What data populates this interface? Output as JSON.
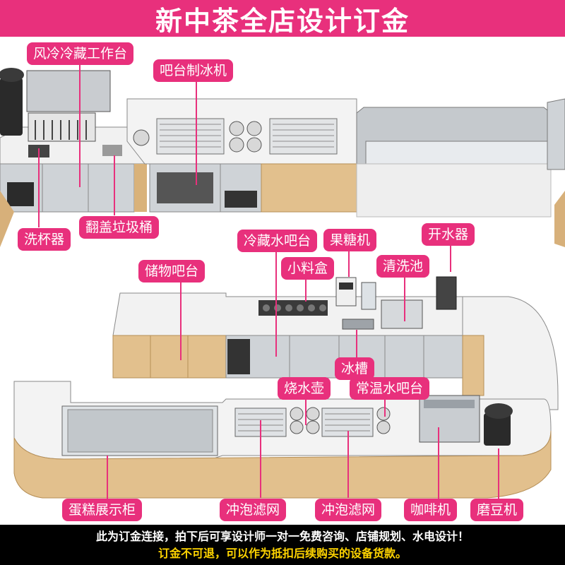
{
  "title": "新中茶全店设计订金",
  "labels": {
    "feng_leng": "风冷冷藏工作台",
    "ba_tai_zhi_bing": "吧台制冰机",
    "xi_bei_qi": "洗杯器",
    "fan_gai_la_ji": "翻盖垃圾桶",
    "leng_cang_shui_ba": "冷藏水吧台",
    "guo_tang_ji": "果糖机",
    "kai_shui_qi": "开水器",
    "chu_wu_ba_tai": "储物吧台",
    "xiao_liao_he": "小料盒",
    "qing_xi_chi": "清洗池",
    "bing_cao": "冰槽",
    "shao_shui_hu": "烧水壶",
    "chang_wen_shui_ba": "常温水吧台",
    "dan_gao_zhan_shi": "蛋糕展示柜",
    "chong_pao_lv_wang_1": "冲泡滤网",
    "chong_pao_lv_wang_2": "冲泡滤网",
    "ka_fei_ji": "咖啡机",
    "mo_dou_ji": "磨豆机"
  },
  "footer": {
    "line1": "此为订金连接，拍下后可享设计师一对一免费咨询、店铺规划、水电设计！",
    "line2": "订金不可退，可以作为抵扣后续购买的设备货款。"
  },
  "colors": {
    "accent": "#e8307c",
    "footer_bg": "#000000",
    "footer_highlight": "#ffd400",
    "wood": "#e2c08d",
    "marble": "#f2f2f2",
    "steel": "#cfd3d7"
  }
}
